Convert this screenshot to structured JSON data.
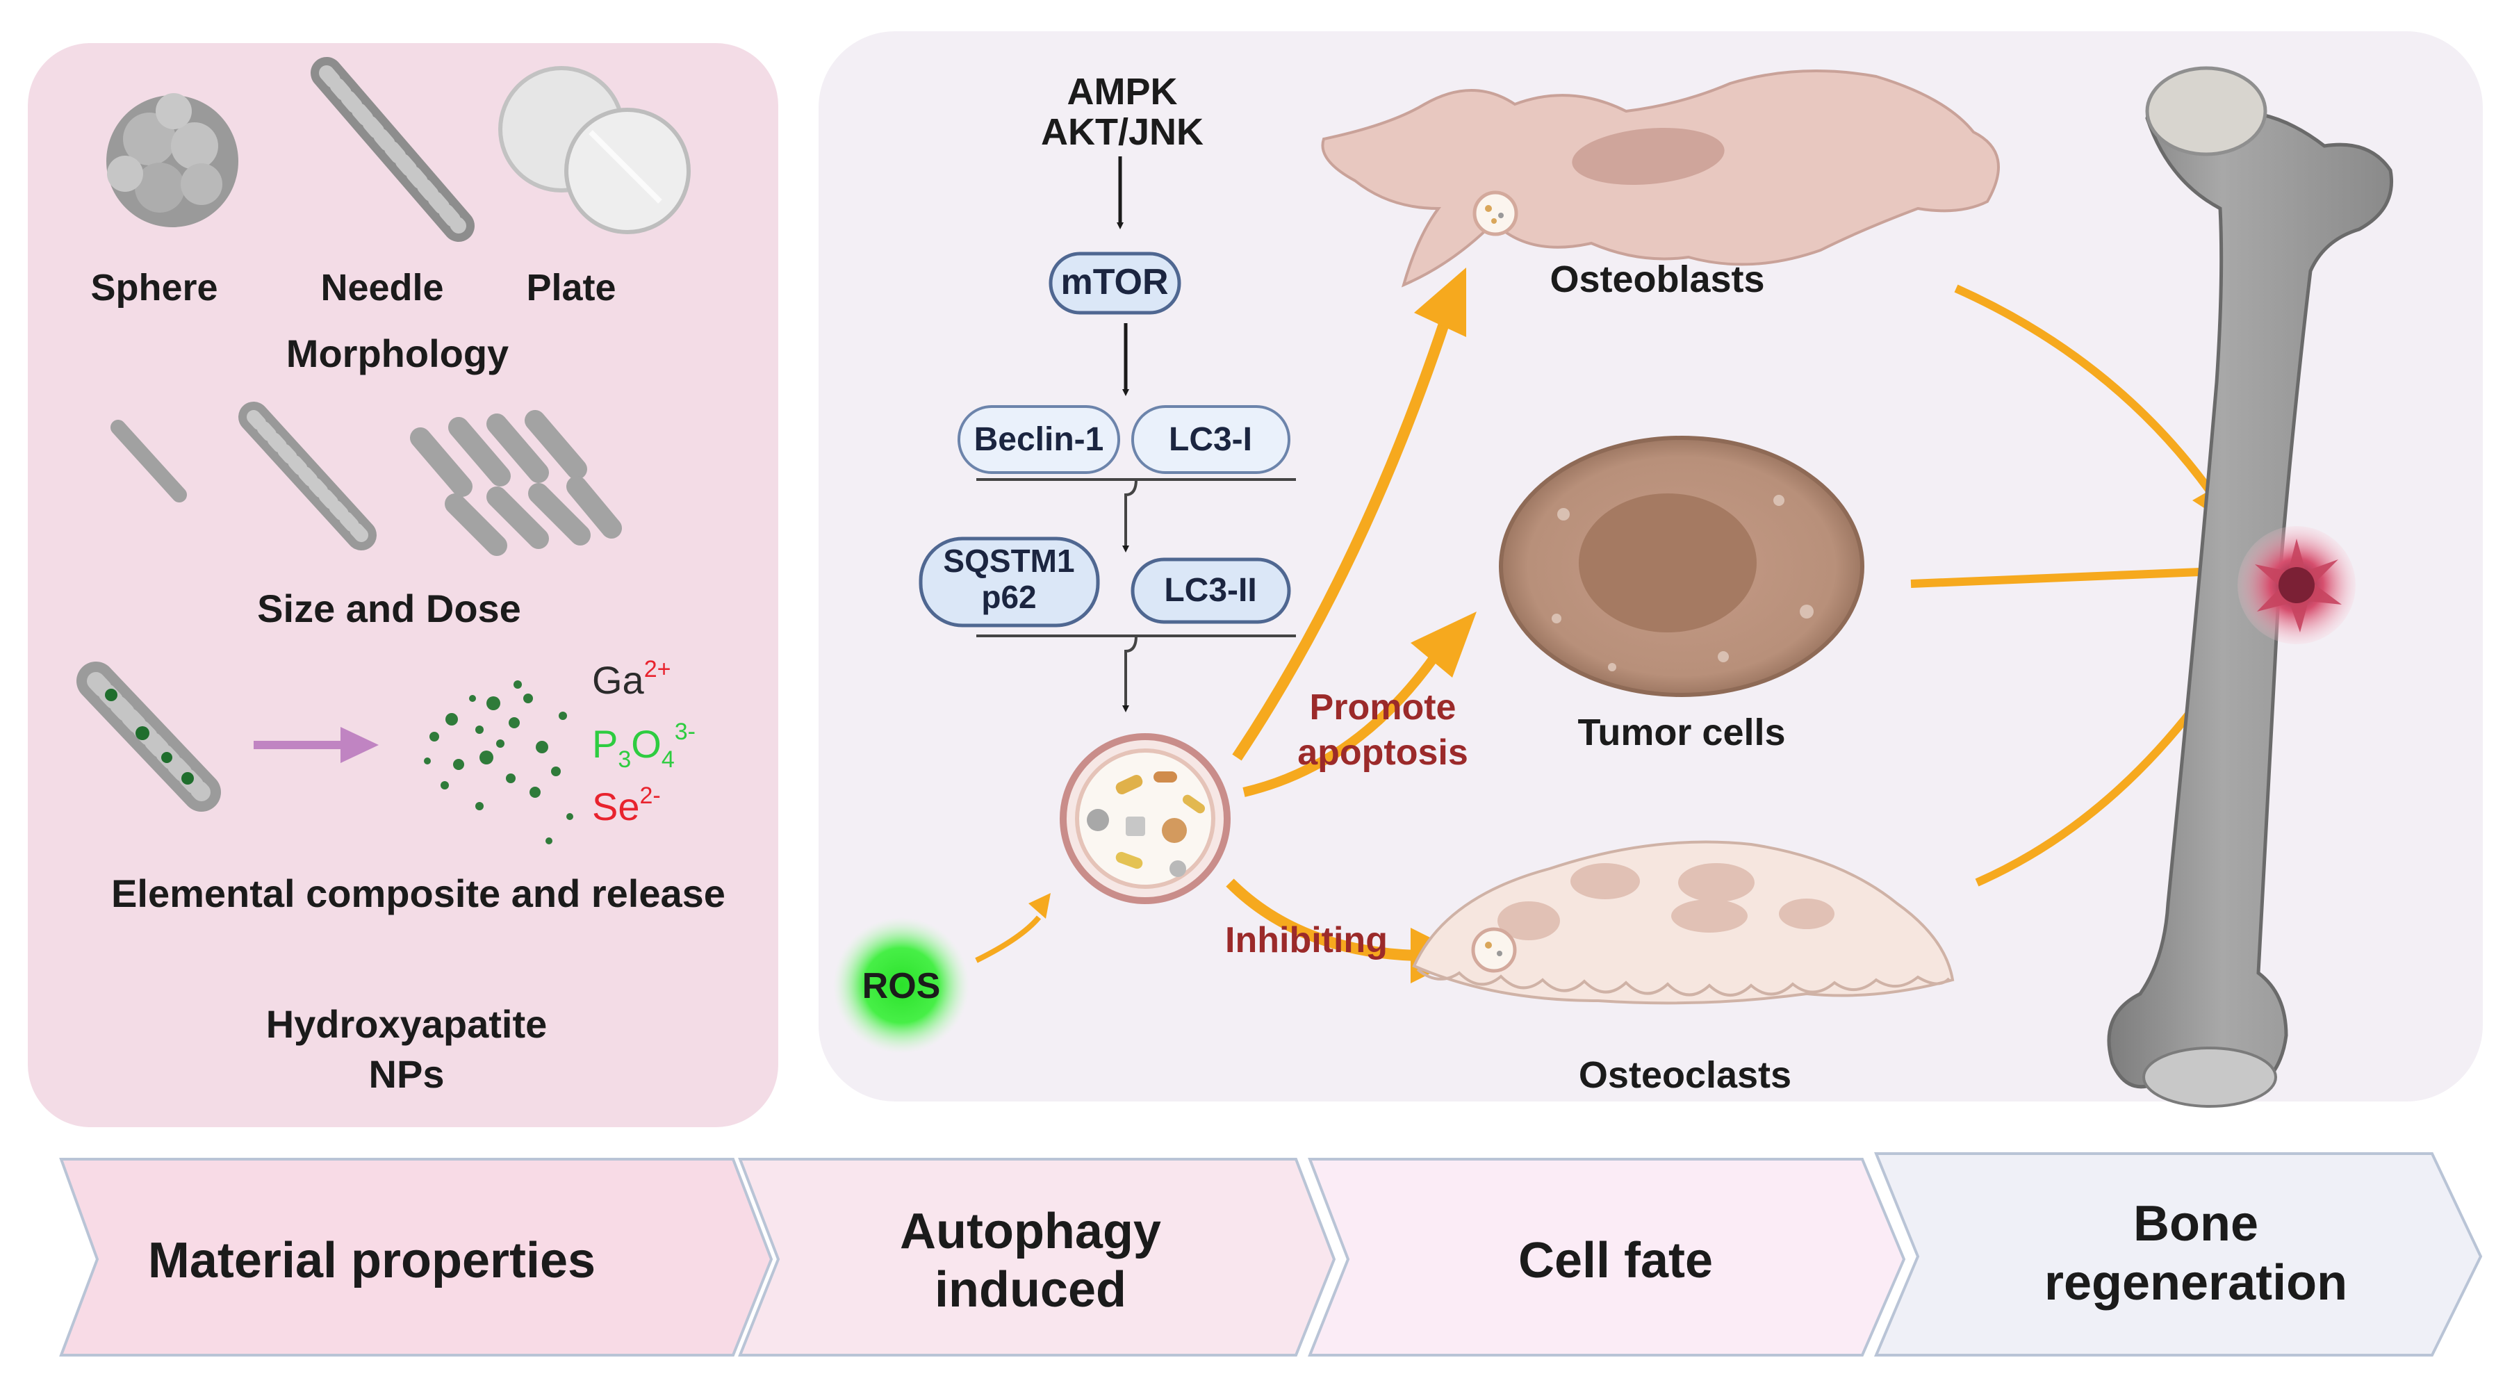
{
  "left_panel": {
    "morphology": {
      "shapes": [
        "Sphere",
        "Needle",
        "Plate"
      ],
      "title": "Morphology"
    },
    "size_dose": {
      "title": "Size and Dose"
    },
    "elements": {
      "ions": [
        {
          "base": "Ga",
          "sub": "",
          "base2": "",
          "sup": "2+",
          "color": "#222222",
          "sup_color": "#e8232e"
        },
        {
          "base": "P",
          "sub": "3",
          "base2": "O",
          "sub2": "4",
          "sup": "3-",
          "color": "#2ecc40",
          "sup_color": "#2ecc40"
        },
        {
          "base": "Se",
          "sub": "",
          "base2": "",
          "sup": "2-",
          "color": "#e8232e",
          "sup_color": "#e8232e"
        }
      ],
      "title": "Elemental composite and release"
    },
    "footer": [
      "Hydroxyapatite",
      "NPs"
    ]
  },
  "pathway": {
    "upstream": [
      "AMPK",
      "AKT/JNK"
    ],
    "mtor": "mTOR",
    "beclin": "Beclin-1",
    "lc3i": "LC3-I",
    "sqstm": [
      "SQSTM1",
      "p62"
    ],
    "lc3ii": "LC3-II",
    "ros": "ROS"
  },
  "cells": {
    "osteoblasts": "Osteoblasts",
    "tumor": "Tumor cells",
    "osteoclasts": "Osteoclasts",
    "promote": [
      "Promote",
      "apoptosis"
    ],
    "inhibiting": "Inhibiting"
  },
  "banners": [
    {
      "lines": [
        "Material properties"
      ],
      "fill": "#f8dbe6"
    },
    {
      "lines": [
        "Autophagy",
        "induced"
      ],
      "fill": "#f9e6ee"
    },
    {
      "lines": [
        "Cell fate"
      ],
      "fill": "#fbecf6"
    },
    {
      "lines": [
        "Bone",
        "regeneration"
      ],
      "fill": "#eff0f7"
    }
  ],
  "colors": {
    "left_panel_bg": "#f3dce6",
    "right_panel_bg": "#f3eff5",
    "arrow_orange": "#f6a91e",
    "pill_fill": "#dbe7f7",
    "pill_stroke": "#4f6791",
    "ros_green": "#2fe52f"
  }
}
